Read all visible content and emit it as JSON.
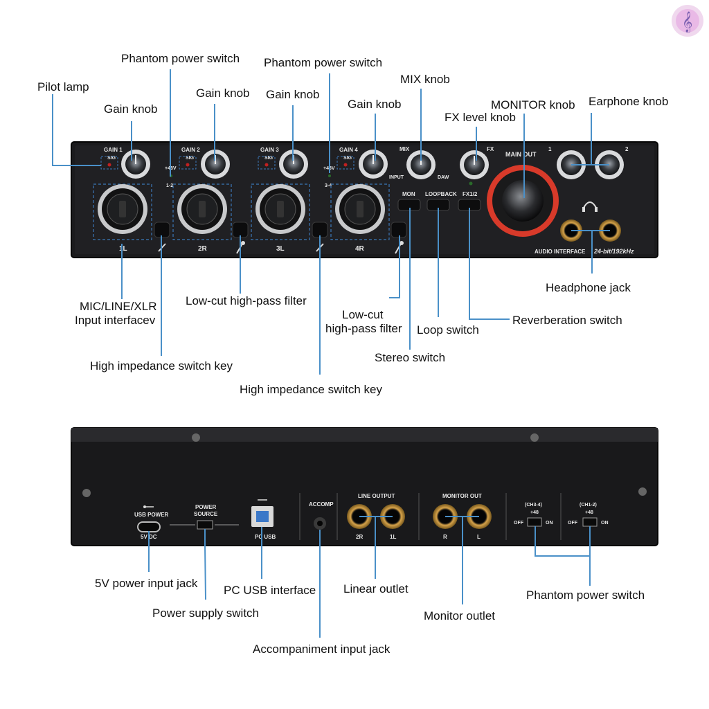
{
  "callouts": {
    "pilot_lamp": "Pilot lamp",
    "gain_knob_1": "Gain knob",
    "phantom_power_switch_1": "Phantom power switch",
    "gain_knob_2": "Gain knob",
    "phantom_power_switch_2": "Phantom power switch",
    "gain_knob_3": "Gain knob",
    "gain_knob_4": "Gain knob",
    "mix_knob": "MIX knob",
    "fx_level_knob": "FX level knob",
    "monitor_knob": "MONITOR knob",
    "earphone_knob": "Earphone knob",
    "input_interface_line1": "MIC/LINE/XLR",
    "input_interface_line2": "Input interfacev",
    "low_cut_filter_1": "Low-cut high-pass filter",
    "low_cut_filter_2_line1": "Low-cut",
    "low_cut_filter_2_line2": "high-pass filter",
    "loop_switch": "Loop switch",
    "reverberation_switch": "Reverberation switch",
    "headphone_jack": "Headphone jack",
    "high_impedance_key_1": "High impedance switch key",
    "stereo_switch": "Stereo switch",
    "high_impedance_key_2": "High impedance switch key",
    "power_input_jack": "5V power input jack",
    "pc_usb_interface": "PC USB interface",
    "linear_outlet": "Linear outlet",
    "phantom_power_switch_rear": "Phantom power switch",
    "power_supply_switch": "Power supply switch",
    "monitor_outlet": "Monitor outlet",
    "accompaniment_jack": "Accompaniment input jack"
  },
  "front_panel": {
    "gain1": "GAIN 1",
    "gain2": "GAIN 2",
    "gain3": "GAIN 3",
    "gain4": "GAIN 4",
    "sig": "SIG",
    "plus48v": "+48V",
    "ch12": "1-2",
    "ch34": "3-4",
    "mix": "MIX",
    "fx": "FX",
    "input": "INPUT",
    "daw": "DAW",
    "main_out": "MAIN OUT",
    "ear1": "1",
    "ear2": "2",
    "mon": "MON",
    "loopback": "LOOPBACK",
    "fx12": "FX1/2",
    "in1": "1L",
    "in2": "2R",
    "in3": "3L",
    "in4": "4R",
    "audio_interface": "AUDIO INTERFACE",
    "spec": "24-bit/192kHz"
  },
  "rear_panel": {
    "usb_power": "USB POWER",
    "dc5v": "5V DC",
    "power_source_1": "POWER",
    "power_source_2": "SOURCE",
    "pc_usb": "PC USB",
    "accomp": "ACCOMP",
    "line_output": "LINE OUTPUT",
    "line_2r": "2R",
    "line_1l": "1L",
    "monitor_out": "MONITOR OUT",
    "mon_r": "R",
    "mon_l": "L",
    "ch34": "(CH3-4)",
    "ch12": "(CH1-2)",
    "plus48": "+48",
    "off": "OFF",
    "on": "ON"
  },
  "colors": {
    "panel": "#1b1b1d",
    "callout_line": "#4a90c8",
    "accent_red": "#d83a2a",
    "jack_gold": "#b8892e",
    "led_red": "#c02020"
  }
}
